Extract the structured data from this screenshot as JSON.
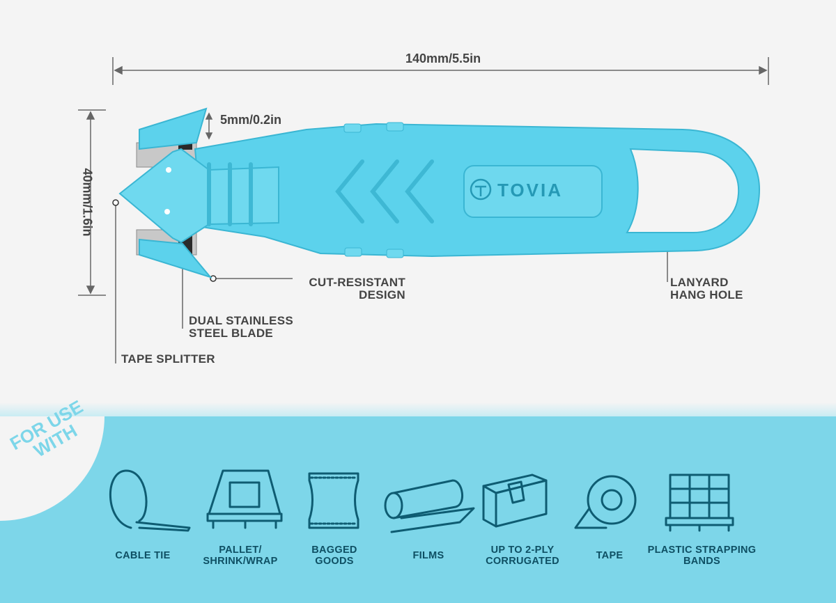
{
  "dimensions": {
    "length": "140mm/5.5in",
    "height": "40mm/1.6in",
    "blade_gap": "5mm/0.2in"
  },
  "product": {
    "brand": "TOVIA",
    "color": "#5cd2ec"
  },
  "callouts": {
    "cut_resistant": [
      "CUT-RESISTANT",
      "DESIGN"
    ],
    "lanyard": [
      "LANYARD",
      "HANG HOLE"
    ],
    "blade": [
      "DUAL STAINLESS",
      "STEEL BLADE"
    ],
    "tape_splitter": "TAPE SPLITTER"
  },
  "for_use_with": {
    "badge": [
      "FOR USE",
      "WITH"
    ],
    "items": [
      {
        "icon": "cable-tie-icon",
        "label": "CABLE TIE"
      },
      {
        "icon": "pallet-icon",
        "label": "PALLET/\nSHRINK/WRAP"
      },
      {
        "icon": "bagged-goods-icon",
        "label": "BAGGED\nGOODS"
      },
      {
        "icon": "films-icon",
        "label": "FILMS"
      },
      {
        "icon": "corrugated-box-icon",
        "label": "UP TO 2-PLY\nCORRUGATED"
      },
      {
        "icon": "tape-roll-icon",
        "label": "TAPE"
      },
      {
        "icon": "strapping-bands-icon",
        "label": "PLASTIC STRAPPING\nBANDS"
      }
    ]
  },
  "colors": {
    "accent": "#5cd2ec",
    "bottom_bg": "#7dd6e9",
    "icon_stroke": "#0e5c72",
    "text": "#444444"
  }
}
